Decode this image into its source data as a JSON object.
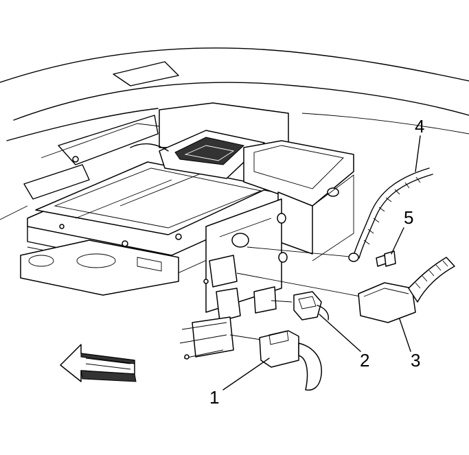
{
  "callouts": [
    {
      "id": "1",
      "label": "1"
    },
    {
      "id": "2",
      "label": "2"
    },
    {
      "id": "3",
      "label": "3"
    },
    {
      "id": "4",
      "label": "4"
    },
    {
      "id": "5",
      "label": "5"
    }
  ],
  "icons": {
    "direction_arrow": "forward-direction-arrow-icon"
  }
}
